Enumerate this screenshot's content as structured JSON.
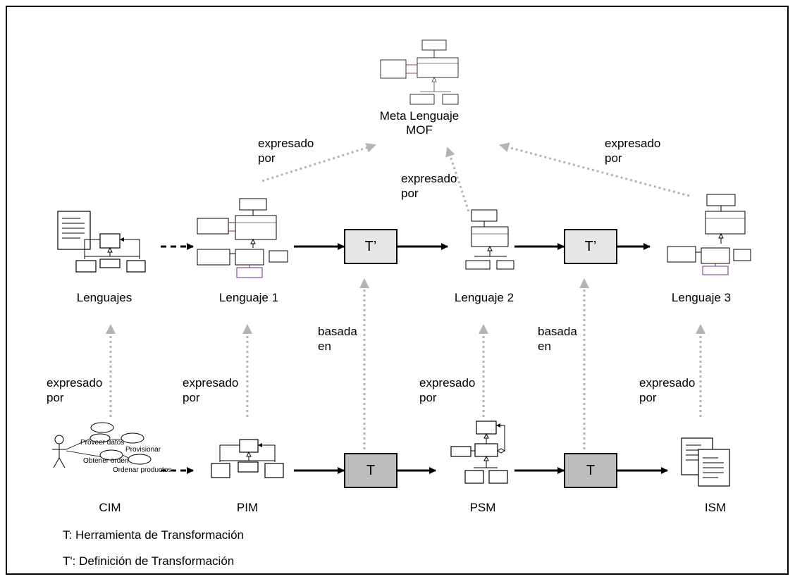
{
  "meta": {
    "line1": "Meta Lenguaje",
    "line2": "MOF"
  },
  "row_top": {
    "lenguajes": "Lenguajes",
    "lenguaje1": "Lenguaje 1",
    "lenguaje2": "Lenguaje 2",
    "lenguaje3": "Lenguaje 3"
  },
  "row_bottom": {
    "cim": "CIM",
    "pim": "PIM",
    "psm": "PSM",
    "ism": "ISM"
  },
  "boxes": {
    "def_label": "T’",
    "tool_label": "T"
  },
  "relations": {
    "expresado_1": "expresado",
    "expresado_2": "por",
    "basada_1": "basada",
    "basada_2": "en"
  },
  "use_case": {
    "actor_icon": "stick-figure-icon",
    "cases": [
      "Proveer datos",
      "Provisionar",
      "Obtener orden",
      "Ordenar productos"
    ]
  },
  "legend": {
    "t": "T: Herramienta de Transformación",
    "tprime": "T': Definición de Transformación"
  },
  "colors": {
    "dotted_arrow": "#b4b4b4",
    "tool_box": "#bdbdbd",
    "def_box": "#e6e6e6"
  }
}
